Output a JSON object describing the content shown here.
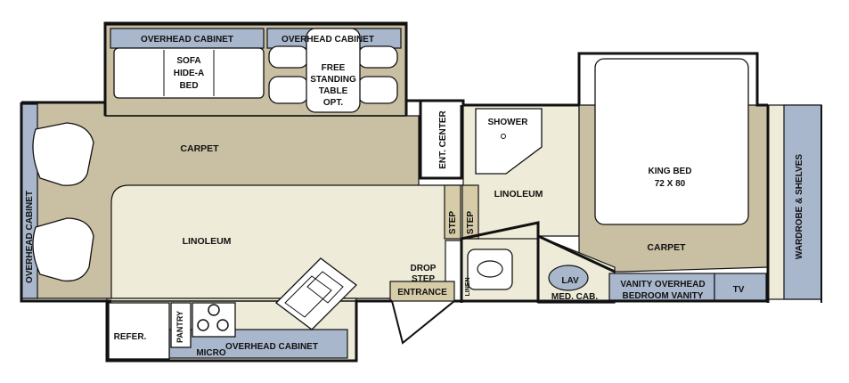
{
  "colors": {
    "wall": "#111111",
    "carpet": "#c9bfa2",
    "linoleum": "#eeecd8",
    "cabinet": "#a9b7cd",
    "step": "#d6cca8",
    "white": "#ffffff"
  },
  "icons": [
    "recliner-chair-icon",
    "sofa-icon",
    "dining-chair-icon",
    "shower-icon",
    "toilet-icon",
    "sink-icon",
    "stove-burner-icon",
    "door-swing-icon"
  ],
  "labels": {
    "overhead_cabinet_top_left": "OVERHEAD CABINET",
    "overhead_cabinet_top_right": "OVERHEAD CABINET",
    "sofa": [
      "SOFA",
      "HIDE-A",
      "BED"
    ],
    "table": [
      "FREE",
      "STANDING",
      "TABLE",
      "OPT."
    ],
    "carpet_living": "CARPET",
    "overhead_cabinet_left": "OVERHEAD CABINET",
    "linoleum_kitchen": "LINOLEUM",
    "ent_center": "ENT. CENTER",
    "step_1": "STEP",
    "step_2": "STEP",
    "shower": "SHOWER",
    "linoleum_hall": "LINOLEUM",
    "drop_step": [
      "DROP",
      "STEP"
    ],
    "entrance": "ENTRANCE",
    "linen": "LINEN",
    "lav": "LAV",
    "med_cab": "MED. CAB.",
    "king_bed": [
      "KING BED",
      "72 X 80"
    ],
    "carpet_bedroom": "CARPET",
    "vanity": [
      "VANITY OVERHEAD",
      "BEDROOM VANITY"
    ],
    "tv": "TV",
    "wardrobe": "WARDROBE & SHELVES",
    "refer": "REFER.",
    "pantry": "PANTRY",
    "overhead_cabinet_bottom": "OVERHEAD CABINET",
    "micro": "MICRO"
  }
}
